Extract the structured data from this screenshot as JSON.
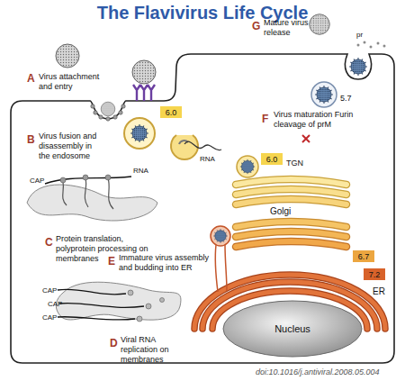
{
  "diagram": {
    "title": "The Flavivirus Life Cycle",
    "caption": "doi:10.1016/j.antiviral.2008.05.004",
    "nodes": [
      {
        "text": [
          "6.0"
        ]
      },
      {
        "text": [
          "6.0"
        ]
      },
      {
        "text": [
          "6.7"
        ]
      },
      {
        "text": [
          "7.2"
        ]
      },
      {
        "text": [
          "Nucleus"
        ]
      }
    ],
    "labels": [
      "A",
      "Virus attachment and entry",
      "G",
      "Mature virus release",
      "pr",
      "B",
      "Virus fusion and disassembly in the endosome",
      "RNA",
      "F",
      "Virus maturation Furin cleavage of prM",
      "5.7",
      "TGN",
      "Golgi",
      "C",
      "CAP",
      "RNA",
      "Protein translation, polyprotein processing on membranes",
      "E",
      "Immature virus assembly and budding into ER",
      "ER",
      "CAP",
      "CAP",
      "CAP",
      "D",
      "Viral RNA replication on membranes"
    ]
  }
}
